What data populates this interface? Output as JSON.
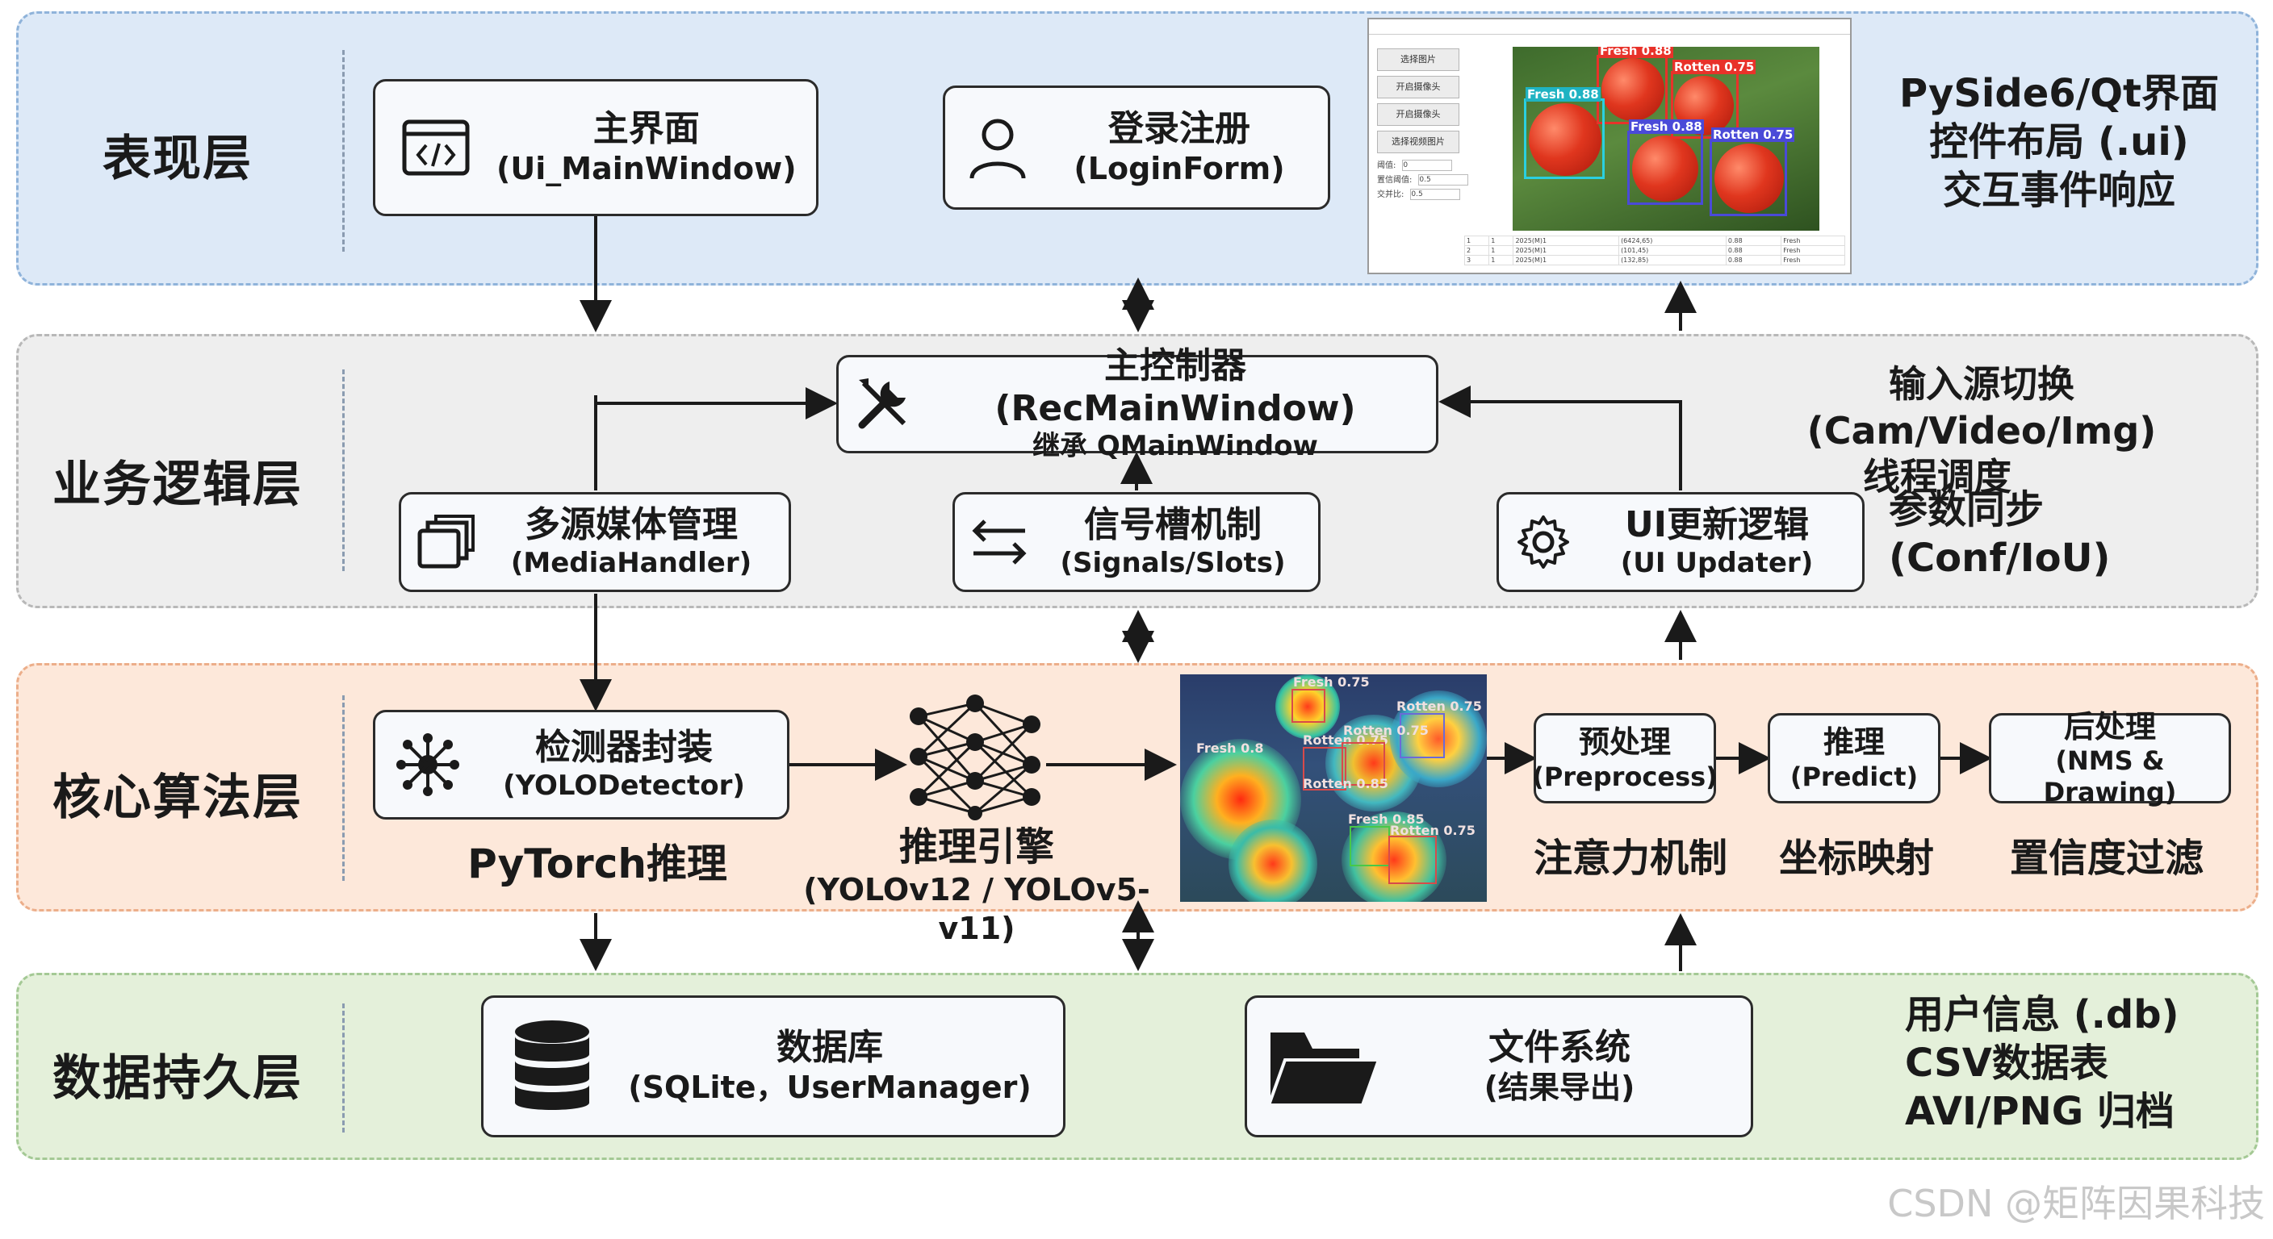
{
  "layers": [
    {
      "title": "表现层"
    },
    {
      "title": "业务逻辑层"
    },
    {
      "title": "核心算法层"
    },
    {
      "title": "数据持久层"
    }
  ],
  "presentation": {
    "main_window": {
      "title": "主界面",
      "sub": "(Ui_MainWindow)",
      "icon": "code-window-icon"
    },
    "login": {
      "title": "登录注册",
      "sub": "(LoginForm)",
      "icon": "user-icon"
    },
    "notes": [
      "PySide6/Qt界面",
      "控件布局 (.ui)",
      "交互事件响应"
    ],
    "screenshot": {
      "buttons": [
        "选择图片",
        "开启摄像头",
        "开启摄像头",
        "选择视频图片"
      ],
      "params": [
        {
          "label": "阈值:",
          "value": "0"
        },
        {
          "label": "置信阈值:",
          "value": "0.5"
        },
        {
          "label": "交并比:",
          "value": "0.5"
        }
      ],
      "detections": [
        {
          "label": "Fresh 0.88",
          "color": "#e8322a"
        },
        {
          "label": "Rotten 0.75",
          "color": "#e8322a"
        },
        {
          "label": "Fresh 0.88",
          "color": "#2ad0e0"
        },
        {
          "label": "Fresh 0.88",
          "color": "#4a4ad8"
        },
        {
          "label": "Rotten 0.75",
          "color": "#4a4ad8"
        }
      ],
      "table_rows": [
        [
          "1",
          "1",
          "2025(M)1",
          "(6424,65)",
          "0.88",
          "Fresh"
        ],
        [
          "2",
          "1",
          "2025(M)1",
          "(101,45)",
          "0.88",
          "Fresh"
        ],
        [
          "3",
          "1",
          "2025(M)1",
          "(132,85)",
          "0.88",
          "Fresh"
        ]
      ]
    }
  },
  "logic": {
    "controller": {
      "title": "主控制器 (RecMainWindow)",
      "sub": "继承 QMainWindow",
      "icon": "tools-icon"
    },
    "media": {
      "title": "多源媒体管理",
      "sub": "(MediaHandler)",
      "icon": "stack-icon"
    },
    "signals": {
      "title": "信号槽机制",
      "sub": "(Signals/Slots)",
      "icon": "swap-arrows-icon"
    },
    "updater": {
      "title": "UI更新逻辑",
      "sub": "(UI Updater)",
      "icon": "gear-icon"
    },
    "notes_top": [
      "输入源切换(Cam/Video/Img)",
      "线程调度"
    ],
    "notes_bottom": [
      "参数同步",
      "(Conf/IoU)"
    ]
  },
  "algorithm": {
    "detector": {
      "title": "检测器封装",
      "sub": "(YOLODetector)",
      "icon": "network-node-icon"
    },
    "pytorch_note": "PyTorch推理",
    "engine": {
      "title": "推理引擎",
      "sub": "(YOLOv12 / YOLOv5-v11)",
      "icon": "neural-net-icon"
    },
    "heat_labels": [
      "Fresh 0.75",
      "Rotten 0.75",
      "Fresh 0.8",
      "Rotten 0.75",
      "Rotten 0.75",
      "Rotten 0.85",
      "Fresh 0.85",
      "Rotten 0.75"
    ],
    "pre": {
      "title": "预处理",
      "sub": "(Preprocess)"
    },
    "predict": {
      "title": "推理",
      "sub": "(Predict)"
    },
    "post": {
      "title": "后处理",
      "sub": "(NMS & Drawing)"
    },
    "notes": [
      "注意力机制",
      "坐标映射",
      "置信度过滤"
    ]
  },
  "data": {
    "db": {
      "title": "数据库",
      "sub": "(SQLite，UserManager)",
      "icon": "database-icon"
    },
    "fs": {
      "title": "文件系统",
      "sub": "(结果导出)",
      "icon": "folder-icon"
    },
    "notes": [
      "用户信息 (.db)",
      "CSV数据表",
      "AVI/PNG 归档"
    ]
  },
  "watermark": "CSDN @矩阵因果科技"
}
